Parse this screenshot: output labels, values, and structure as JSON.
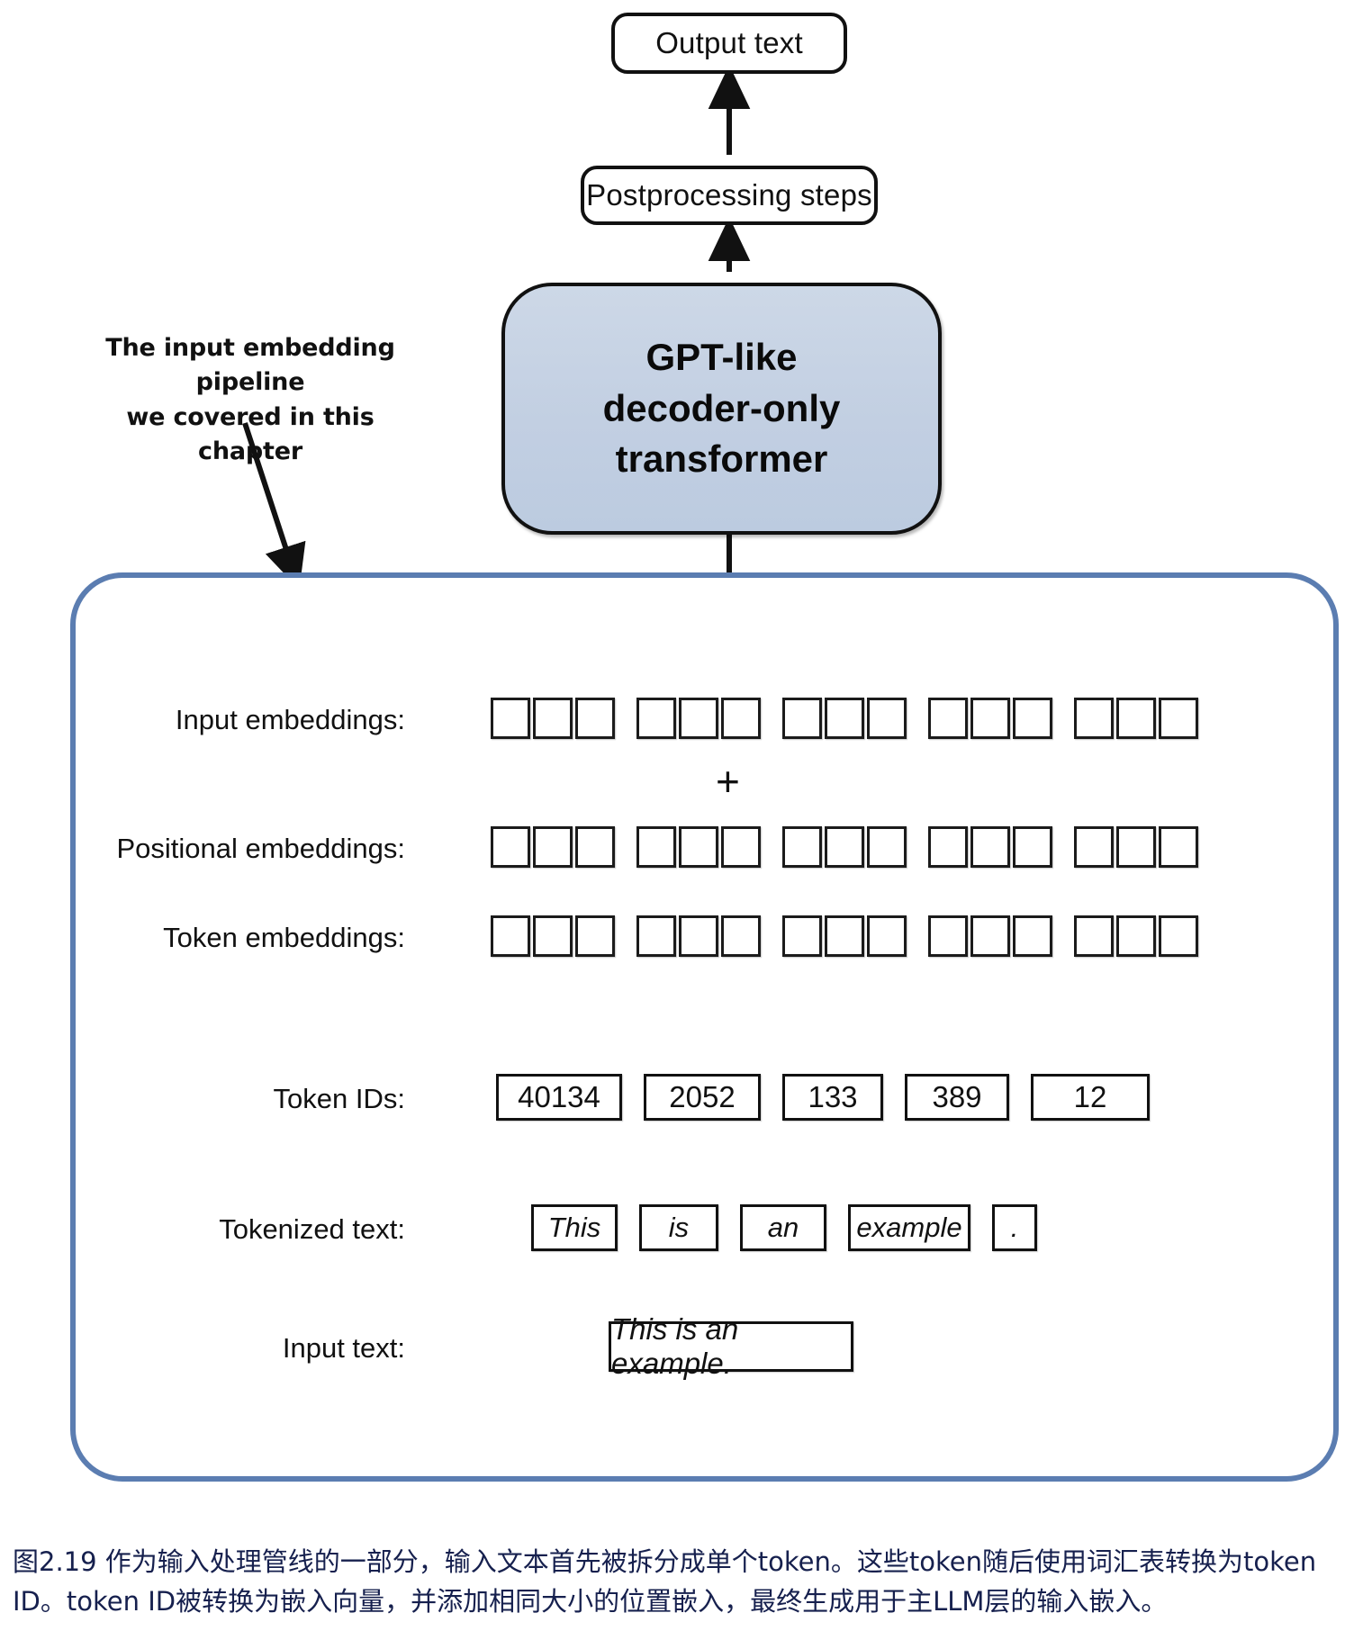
{
  "figure": {
    "caption": "图2.19 作为输入处理管线的一部分，输入文本首先被拆分成单个token。这些token随后使用词汇表转换为token ID。token ID被转换为嵌入向量，并添加相同大小的位置嵌入，最终生成用于主LLM层的输入嵌入。",
    "caption_color": "#16204e"
  },
  "top_stack": {
    "output_text": "Output text",
    "postprocessing": "Postprocessing steps",
    "model_box": {
      "line1": "GPT-like",
      "line2": "decoder-only",
      "line3": "transformer",
      "fill_color": "#c4d0e2",
      "border_color": "#111111"
    }
  },
  "annotation": {
    "line1": "The input embedding pipeline",
    "line2": "we covered in this chapter"
  },
  "pipeline": {
    "border_color": "#5b7db1",
    "operator": "+",
    "rows": {
      "input_embeddings": {
        "label": "Input embeddings:",
        "groups": 5,
        "cells_per_group": 3
      },
      "positional_embeddings": {
        "label": "Positional embeddings:",
        "groups": 5,
        "cells_per_group": 3
      },
      "token_embeddings": {
        "label": "Token embeddings:",
        "groups": 5,
        "cells_per_group": 3
      },
      "token_ids": {
        "label": "Token IDs:",
        "values": [
          "40134",
          "2052",
          "133",
          "389",
          "12"
        ]
      },
      "tokenized_text": {
        "label": "Tokenized text:",
        "values": [
          "This",
          "is",
          "an",
          "example",
          "."
        ]
      },
      "input_text": {
        "label": "Input text:",
        "value": "This is an example."
      }
    }
  }
}
